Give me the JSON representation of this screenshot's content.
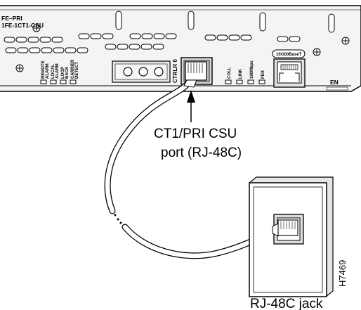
{
  "panel": {
    "model_line1": "FE–PRI",
    "model_line2": "1FE-1CT1-CSU",
    "leds": {
      "remote_alarm": [
        "REMOTE",
        "ALARM"
      ],
      "local_alarm": [
        "LOCAL",
        "ALARM"
      ],
      "loop_back": [
        "LOOP",
        "BACK"
      ],
      "carrier_detect": [
        "CARRIER",
        "DETECT"
      ]
    },
    "ctrlr_label": "CTRLR 0",
    "eth_leds": [
      "COLL",
      "LINK",
      "100Mbps",
      "FDX"
    ],
    "eth_port_label": "10/100BaseT",
    "en_label": "EN"
  },
  "callouts": {
    "csu_port": [
      "CT1/PRI CSU",
      "port (RJ-48C)"
    ],
    "jack": "RJ-48C jack"
  },
  "figure_id": "H7469"
}
